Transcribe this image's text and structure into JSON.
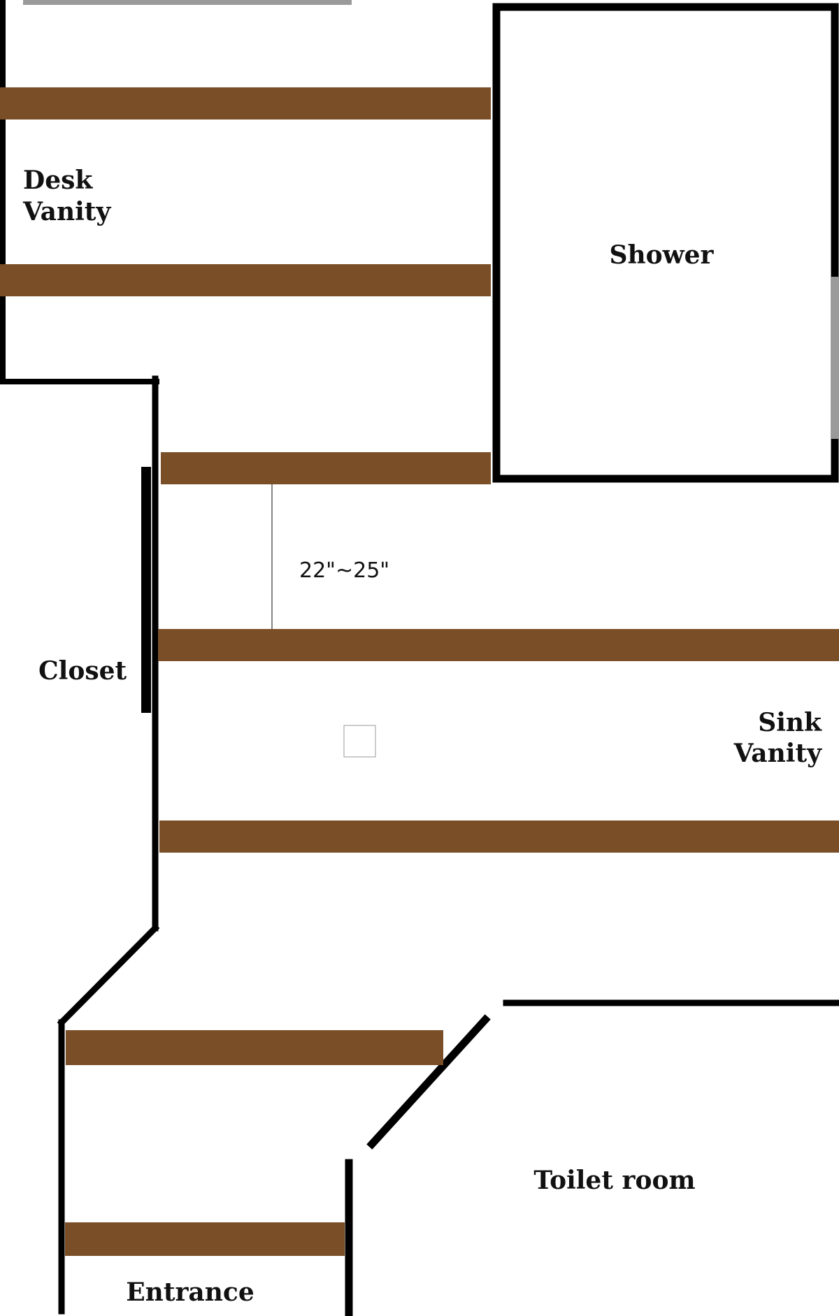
{
  "labels": {
    "desk_vanity_line1": "Desk",
    "desk_vanity_line2": "Vanity",
    "shower": "Shower",
    "closet": "Closet",
    "dimension": "22\"~25\"",
    "sink_vanity_line1": "Sink",
    "sink_vanity_line2": "Vanity",
    "toilet_room": "Toilet room",
    "entrance": "Entrance"
  },
  "colors": {
    "wall": "#000000",
    "rug": "#7a4e27",
    "accent_gray": "#9a9a9a",
    "background": "#ffffff"
  }
}
